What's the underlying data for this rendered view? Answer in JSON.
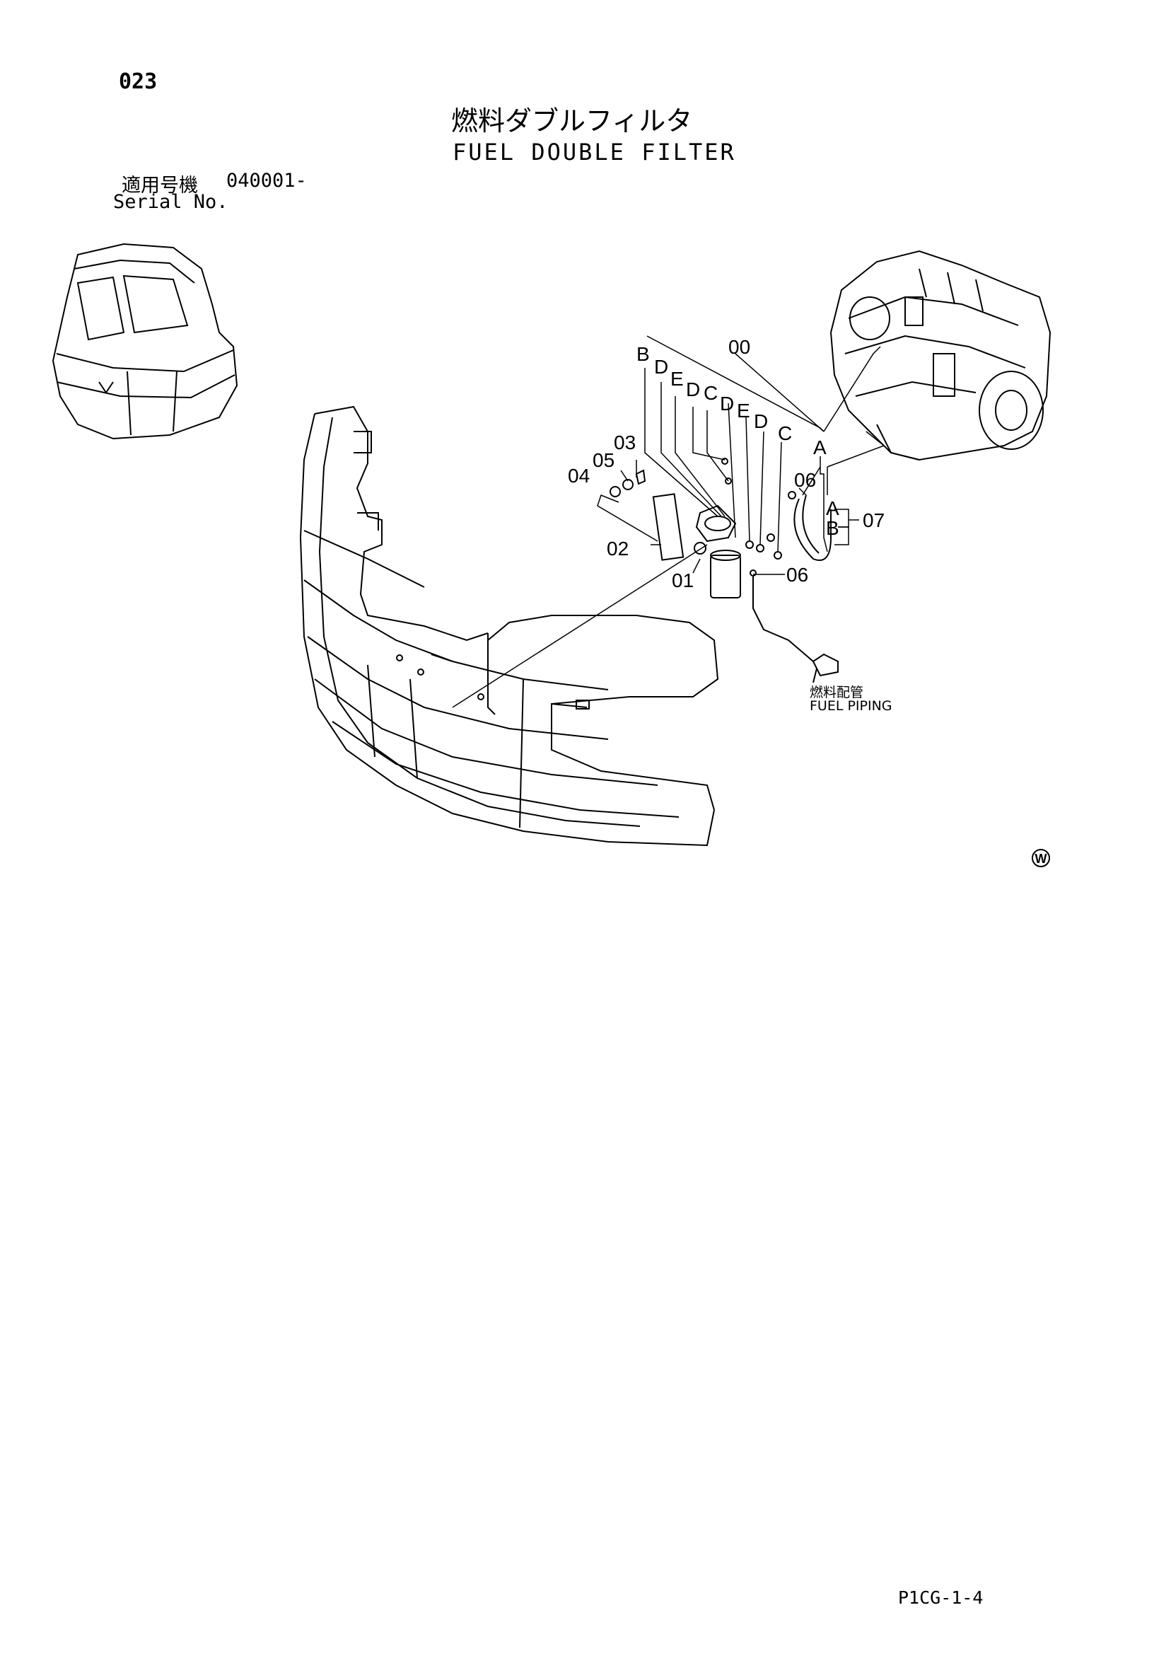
{
  "header": {
    "page_number": "023",
    "title_jp": "燃料ダブルフィルタ",
    "title_en": "FUEL DOUBLE FILTER",
    "serial_label_jp": "適用号機",
    "serial_value": "040001-",
    "serial_label_en": "Serial No."
  },
  "callouts": {
    "c00": "00",
    "c01": "01",
    "c02": "02",
    "c03": "03",
    "c04": "04",
    "c05": "05",
    "c06a": "06",
    "c06b": "06",
    "c07": "07"
  },
  "connectors": {
    "top": [
      "B",
      "D",
      "E",
      "D",
      "C",
      "D",
      "E",
      "D",
      "C",
      "A"
    ],
    "right": [
      "A",
      "B"
    ]
  },
  "fuel_piping": {
    "label_jp": "燃料配管",
    "label_en": "FUEL PIPING"
  },
  "mark": "W",
  "footer": {
    "page_code": "P1CG-1-4"
  }
}
